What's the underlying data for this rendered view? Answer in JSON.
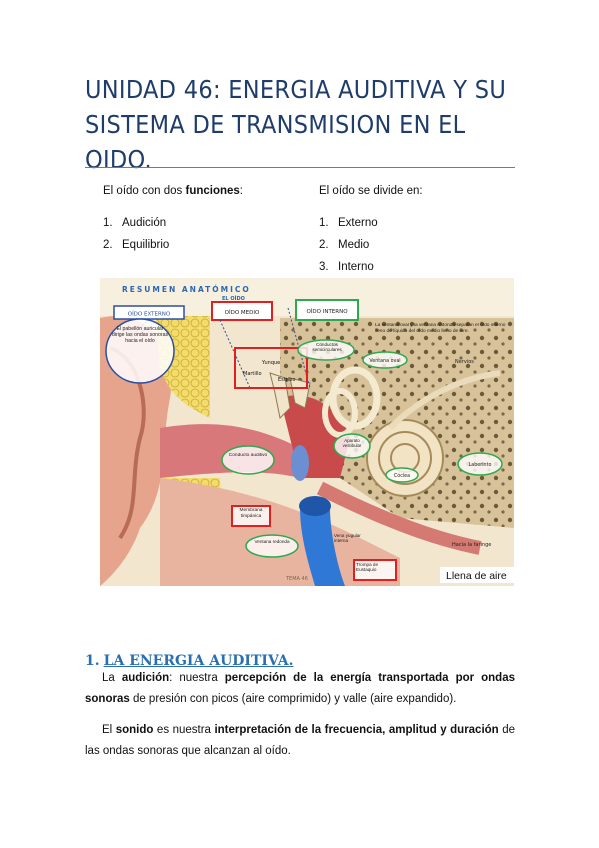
{
  "title": "UNIDAD 46: ENERGIA AUDITIVA Y SU SISTEMA DE TRANSMISION EN EL OIDO.",
  "left_col": {
    "intro_plain": "El oído con dos ",
    "intro_bold": "funciones",
    "intro_end": ":",
    "items": [
      "Audición",
      "Equilibrio"
    ],
    "numbers": [
      "1.",
      "2."
    ]
  },
  "right_col": {
    "intro": "El oído se divide en:",
    "items": [
      "Externo",
      "Medio",
      "Interno"
    ],
    "numbers": [
      "1.",
      "2.",
      "3."
    ]
  },
  "figure": {
    "header": "RESUMEN ANATÓMICO",
    "subheader": "EL OÍDO",
    "box_externo": "OÍDO EXTERNO",
    "box_medio": "OÍDO MEDIO",
    "box_interno": "OÍDO INTERNO",
    "pabellon": "El pabellón auricular dirige las ondas sonoras hacia el oído",
    "ventanas_note": "La ventana oval y la ventana redonda separan el oído interno lleno de líquido del oído medio lleno de aire.",
    "yunque": "Yunque",
    "martillo": "Martillo",
    "estribo": "Estribo",
    "conductos": "Conductos semicirculares",
    "ventana_oval": "Ventana oval",
    "nervios": "Nervios",
    "conducto_auditivo": "Conducto auditivo",
    "aparato_vestibular": "Aparato vestibular",
    "coclea": "Cóclea",
    "laberinto": "Laberinto",
    "membrana": "Membrana timpánica",
    "ventana_redonda": "Ventana redonda",
    "vena_yugular": "Vena yugular interna",
    "trompa": "Trompa de Eustaquio",
    "faringe": "Hacia la faringe",
    "tema": "TEMA 46",
    "llena_aire": "Llena de aire",
    "colors": {
      "red": "#e02020",
      "green": "#2fa84f",
      "blue": "#2b4fa0",
      "blue_tube": "#2f78d6"
    }
  },
  "section1": {
    "number": "1.",
    "heading": "LA ENERGIA AUDITIVA."
  },
  "para1": {
    "a": "La ",
    "b_bold": "audición",
    "c": ": nuestra ",
    "d_bold": "percepción de la energía transportada por ondas sonoras",
    "e": " de presión con picos (aire comprimido) y valle (aire expandido)."
  },
  "para2": {
    "a": "El ",
    "b_bold": "sonido",
    "c": " es nuestra ",
    "d_bold": "interpretación de la frecuencia, amplitud y duración",
    "e": " de las ondas sonoras que alcanzan al oído."
  }
}
